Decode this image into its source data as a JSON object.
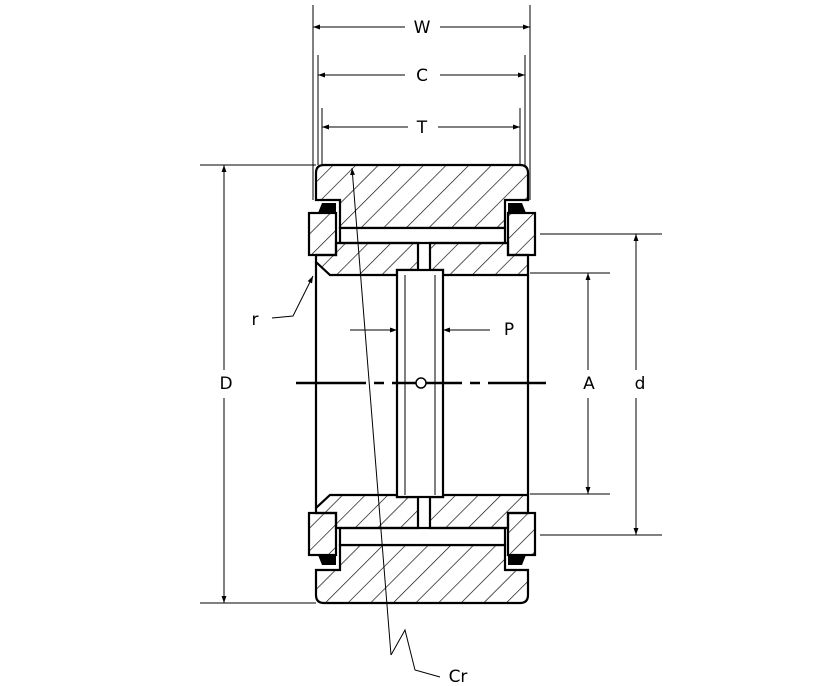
{
  "diagram": {
    "labels": {
      "W": "W",
      "C": "C",
      "T": "T",
      "r": "r",
      "P": "P",
      "D": "D",
      "A": "A",
      "d": "d",
      "Cr": "Cr"
    },
    "colors": {
      "line": "#000000",
      "background": "#ffffff"
    }
  }
}
